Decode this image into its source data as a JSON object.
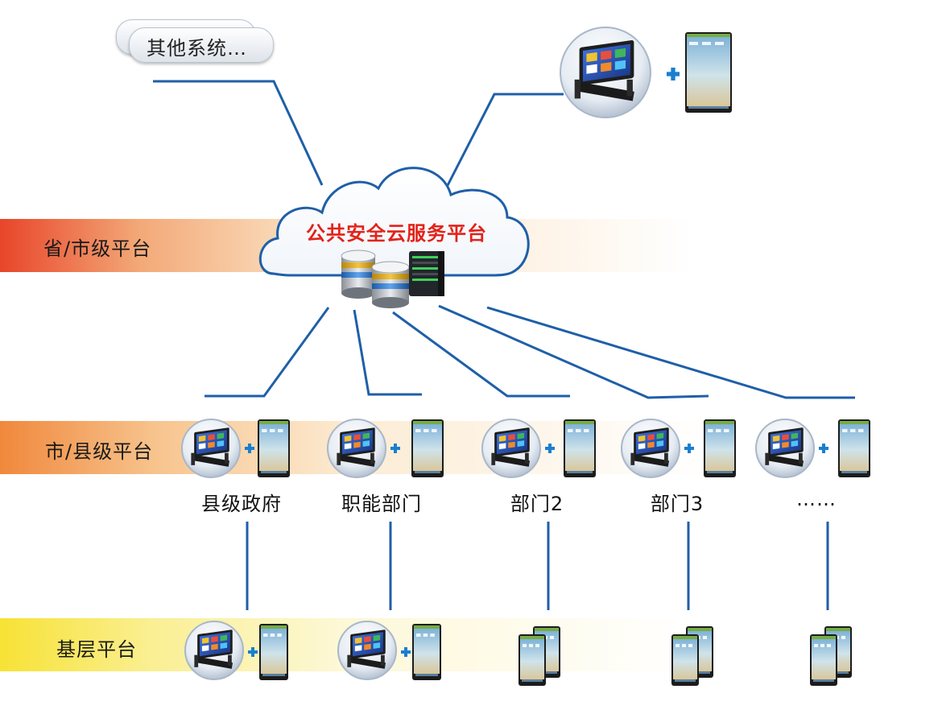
{
  "platform_levels": {
    "province_city": "省/市级平台",
    "city_county": "市/县级平台",
    "grassroots": "基层平台"
  },
  "other_systems": "其他系统…",
  "cloud_platform": "公共安全云服务平台",
  "nodes": [
    {
      "label": "县级政府"
    },
    {
      "label": "职能部门"
    },
    {
      "label": "部门2"
    },
    {
      "label": "部门3"
    },
    {
      "label": "……"
    }
  ],
  "grassroots_devices": [
    {
      "kind": "workstation-plus-phone"
    },
    {
      "kind": "workstation-plus-phone"
    },
    {
      "kind": "phones"
    },
    {
      "kind": "phones"
    },
    {
      "kind": "phones"
    }
  ],
  "plus_sign": "+",
  "colors": {
    "line": "#1f5fa8",
    "band_province": "#e8452a",
    "band_county": "#f0883c",
    "band_grassroots": "#f7e235",
    "plus": "#1a7fd0",
    "cloud_title": "#e2231a"
  },
  "icons": {
    "cloud": "cloud-icon",
    "database": "database-server-icon",
    "server": "rack-server-icon",
    "workstation": "desktop-workstation-icon",
    "phone": "smartphone-icon"
  }
}
